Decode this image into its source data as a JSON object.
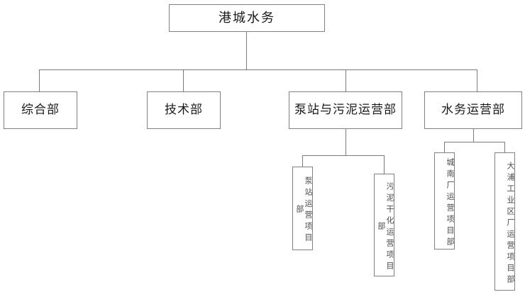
{
  "chart_data": {
    "type": "diagram",
    "diagram_type": "organizational-chart",
    "title": "港城水务",
    "orientation": "top-down",
    "levels": 3,
    "nodes": [
      {
        "id": "root",
        "label": "港城水务",
        "level": 1,
        "parent": null,
        "text_direction": "horizontal"
      },
      {
        "id": "dept1",
        "label": "综合部",
        "level": 2,
        "parent": "root",
        "text_direction": "horizontal"
      },
      {
        "id": "dept2",
        "label": "技术部",
        "level": 2,
        "parent": "root",
        "text_direction": "horizontal"
      },
      {
        "id": "dept3",
        "label": "泵站与污泥运营部",
        "level": 2,
        "parent": "root",
        "text_direction": "horizontal"
      },
      {
        "id": "dept4",
        "label": "水务运营部",
        "level": 2,
        "parent": "root",
        "text_direction": "horizontal"
      },
      {
        "id": "proj1",
        "label": "泵站运营项目部",
        "level": 3,
        "parent": "dept3",
        "text_direction": "vertical"
      },
      {
        "id": "proj2",
        "label": "污泥干化运营项目部",
        "level": 3,
        "parent": "dept3",
        "text_direction": "vertical"
      },
      {
        "id": "proj3",
        "label": "城南厂运营项目部",
        "level": 3,
        "parent": "dept4",
        "text_direction": "vertical"
      },
      {
        "id": "proj4",
        "label": "大浦工业区厂运营项目部",
        "level": 3,
        "parent": "dept4",
        "text_direction": "vertical"
      }
    ],
    "edges": [
      {
        "from": "root",
        "to": "dept1"
      },
      {
        "from": "root",
        "to": "dept2"
      },
      {
        "from": "root",
        "to": "dept3"
      },
      {
        "from": "root",
        "to": "dept4"
      },
      {
        "from": "dept3",
        "to": "proj1"
      },
      {
        "from": "dept3",
        "to": "proj2"
      },
      {
        "from": "dept4",
        "to": "proj3"
      },
      {
        "from": "dept4",
        "to": "proj4"
      }
    ]
  },
  "chart": {
    "root": {
      "label": "港城水务"
    },
    "departments": [
      {
        "label": "综合部"
      },
      {
        "label": "技术部"
      },
      {
        "label": "泵站与污泥运营部"
      },
      {
        "label": "水务运营部"
      }
    ],
    "projects": [
      {
        "label": "泵站运营项目部"
      },
      {
        "label": "污泥干化运营项目部"
      },
      {
        "label": "城南厂运营项目部"
      },
      {
        "label": "大浦工业区厂运营项目部"
      }
    ]
  },
  "colors": {
    "border": "#808080",
    "connector": "#7a7a7a",
    "background": "#ffffff",
    "text": "#1a1a1a",
    "text_secondary": "#4a4a4a"
  }
}
